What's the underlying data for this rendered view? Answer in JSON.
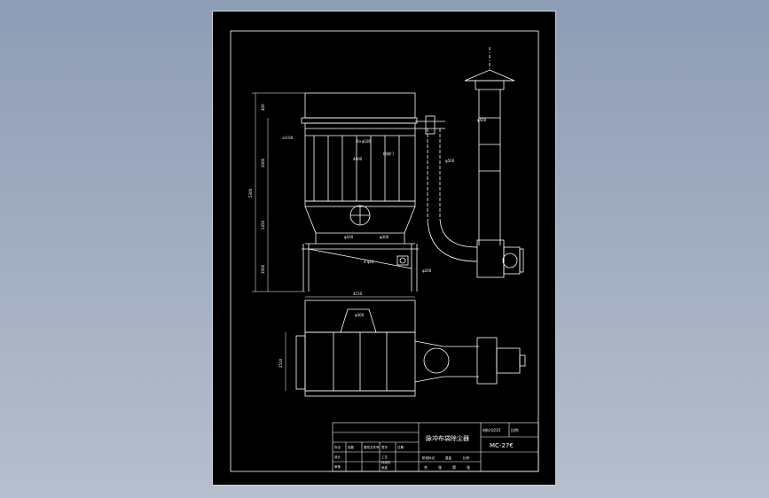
{
  "drawing": {
    "title_block": {
      "title": "脉冲布袋除尘器",
      "code": "MC-27€",
      "material_label": "材料:Q235",
      "ratio_label": "比例:",
      "row_labels": [
        "标记",
        "处数",
        "更改文件号",
        "签字",
        "日期"
      ],
      "sign_labels": [
        "设计",
        "审核",
        "工艺",
        "标准化",
        "批准"
      ],
      "bottom_labels": [
        "共",
        "张",
        "第",
        "张"
      ],
      "stage_labels": [
        "阶段标记",
        "重量",
        "比例"
      ]
    },
    "dimensions": {
      "overall_height": "5300",
      "upper_height": "2000",
      "hopper_height": "1450",
      "leg_height": "3500",
      "top_height": "400",
      "width": "4150",
      "plan_width": "2510",
      "inner_width": "4000",
      "duct_diameter": "φ500",
      "stack_diameter": "φ500",
      "inlet_diameter": "φ300",
      "valve_label": "φ200",
      "door_label": "φ300",
      "ladder_note": "4-φ14",
      "filter_note": "6×φ180",
      "outlet_note": "检修门",
      "airlock_note": "φ100",
      "level_note": "±0.00"
    }
  }
}
